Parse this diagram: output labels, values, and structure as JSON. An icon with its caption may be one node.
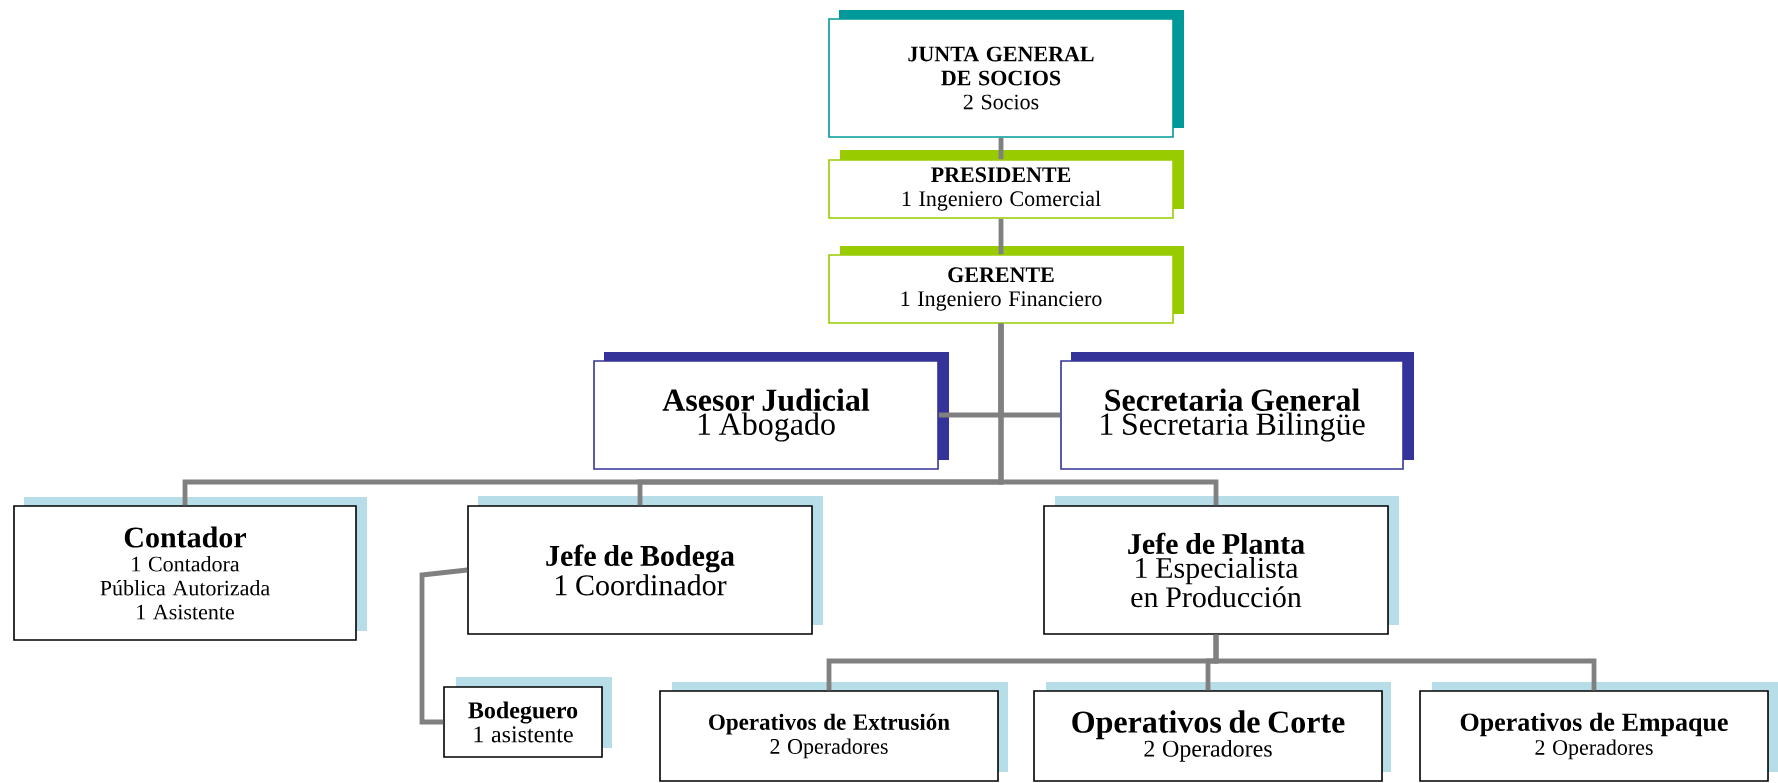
{
  "diagram": {
    "nodes": [
      {
        "text": [
          "JUNTA GENERAL DE SOCIOS",
          "2 Socios"
        ]
      },
      {
        "text": [
          "PRESIDENTE",
          "1 Ingeniero Comercial"
        ]
      },
      {
        "text": [
          "GERENTE",
          "1 Ingeniero Financiero"
        ]
      },
      {
        "text": [
          "Asesor Judicial",
          "1 Abogado"
        ]
      },
      {
        "text": [
          "Secretaria General",
          "1 Secretaria Bilingüe"
        ]
      },
      {
        "text": [
          "Contador",
          "1 Contadora Pública Autorizada",
          "1 Asistente"
        ]
      },
      {
        "text": [
          "Jefe de Bodega",
          "1 Coordinador"
        ]
      },
      {
        "text": [
          "Jefe de Planta",
          "1 Especialista en Producción"
        ]
      },
      {
        "text": [
          "Bodeguero",
          "1 asistente"
        ]
      },
      {
        "text": [
          "Operativos de Extrusión",
          "2 Operadores"
        ]
      },
      {
        "text": [
          "Operativos de Corte",
          "2 Operadores"
        ]
      },
      {
        "text": [
          "Operativos de Empaque",
          "2 Operadores"
        ]
      }
    ],
    "edges": [
      {
        "from": 0,
        "to": 1,
        "arrow": "none"
      },
      {
        "from": 1,
        "to": 2,
        "arrow": "none"
      },
      {
        "from": 2,
        "to": 3,
        "arrow": "none"
      },
      {
        "from": 2,
        "to": 4,
        "arrow": "none"
      },
      {
        "from": 2,
        "to": 5,
        "arrow": "none"
      },
      {
        "from": 2,
        "to": 6,
        "arrow": "none"
      },
      {
        "from": 2,
        "to": 7,
        "arrow": "none"
      },
      {
        "from": 6,
        "to": 8,
        "arrow": "none"
      },
      {
        "from": 7,
        "to": 9,
        "arrow": "none"
      },
      {
        "from": 7,
        "to": 10,
        "arrow": "none"
      },
      {
        "from": 7,
        "to": 11,
        "arrow": "none"
      }
    ]
  }
}
